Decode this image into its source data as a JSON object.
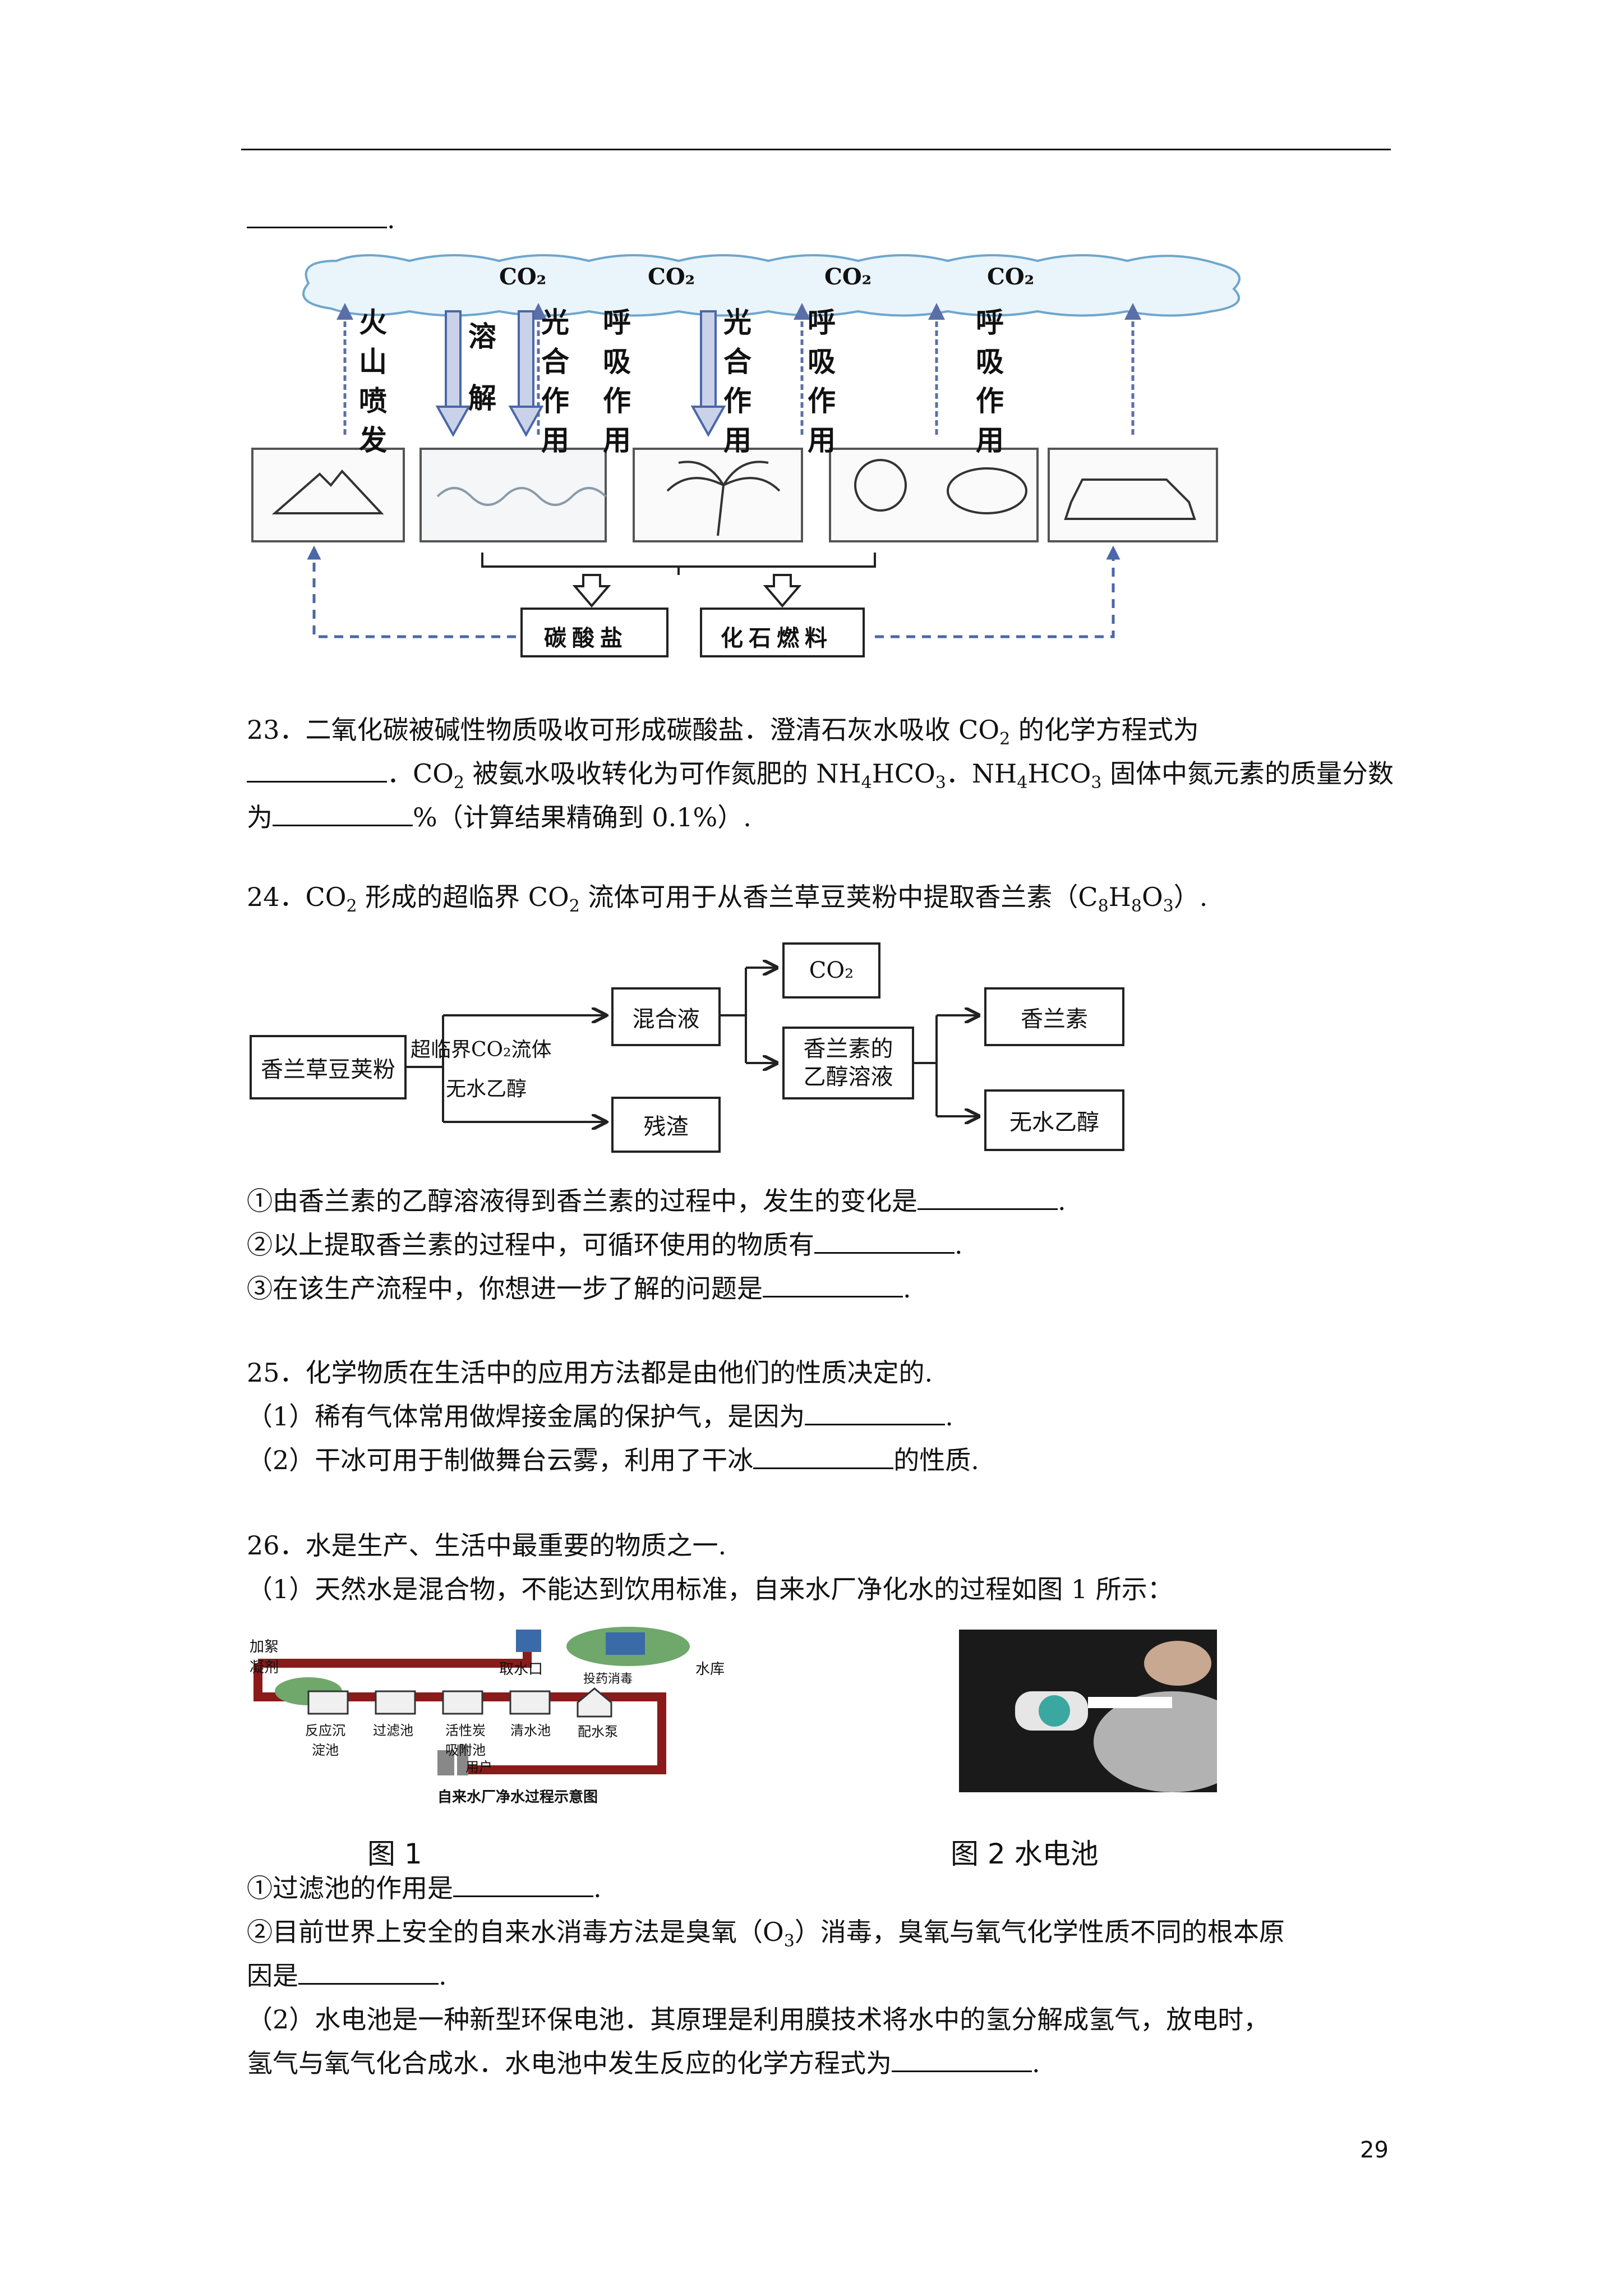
{
  "top_blank_suffix": ".",
  "carbon_cycle": {
    "cloud_labels": [
      "CO₂",
      "CO₂",
      "CO₂",
      "CO₂"
    ],
    "arrow_labels": [
      "火山喷发",
      "溶解",
      "光合作用",
      "呼吸作用",
      "光合作用",
      "呼吸作用",
      "呼吸作用"
    ],
    "bottom_boxes": [
      "碳酸盐",
      "化石燃料"
    ]
  },
  "q23": {
    "line1": "23．二氧化碳被碱性物质吸收可形成碳酸盐．澄清石灰水吸收 CO",
    "line1_sub": "2",
    "line1_tail": " 的化学方程式为",
    "line2_a": "．CO",
    "line2_sub1": "2",
    "line2_b": " 被氨水吸收转化为可作氮肥的 NH",
    "line2_sub2": "4",
    "line2_c": "HCO",
    "line2_sub3": "3",
    "line2_d": "．NH",
    "line2_sub4": "4",
    "line2_e": "HCO",
    "line2_sub5": "3",
    "line2_f": " 固体中氮元素的质量分数",
    "line3_a": "为",
    "line3_b": "%（计算结果精确到 0.1%）."
  },
  "q24": {
    "title_a": "24．CO",
    "title_sub1": "2",
    "title_b": " 形成的超临界 CO",
    "title_sub2": "2",
    "title_c": " 流体可用于从香兰草豆荚粉中提取香兰素（C",
    "title_sub3": "8",
    "title_d": "H",
    "title_sub4": "8",
    "title_e": "O",
    "title_sub5": "3",
    "title_f": "）.",
    "flow": {
      "start": "香兰草豆荚粉",
      "arrow_top": "超临界CO₂流体",
      "arrow_bottom": "无水乙醇",
      "mix": "混合液",
      "co2": "CO₂",
      "residue": "残渣",
      "solution_line1": "香兰素的",
      "solution_line2": "乙醇溶液",
      "vanillin": "香兰素",
      "ethanol": "无水乙醇"
    },
    "q1": "①由香兰素的乙醇溶液得到香兰素的过程中，发生的变化是",
    "q2": "②以上提取香兰素的过程中，可循环使用的物质有",
    "q3": "③在该生产流程中，你想进一步了解的问题是",
    "end": "."
  },
  "q25": {
    "title": "25．化学物质在生活中的应用方法都是由他们的性质决定的.",
    "p1": "（1）稀有气体常用做焊接金属的保护气，是因为",
    "p2_a": "（2）干冰可用于制做舞台云雾，利用了干冰",
    "p2_b": "的性质.",
    "end": "."
  },
  "q26": {
    "title": "26．水是生产、生活中最重要的物质之一.",
    "p1": "（1）天然水是混合物，不能达到饮用标准，自来水厂净化水的过程如图 1 所示：",
    "fig1_labels": [
      "加絮凝剂",
      "取水口",
      "水库",
      "投药消毒",
      "反应沉淀池",
      "过滤池",
      "活性炭吸附池",
      "清水池",
      "配水泵",
      "用户",
      "自来水厂净水过程示意图"
    ],
    "fig1_caption": "图 1",
    "fig2_caption": "图 2   水电池",
    "s1": "①过滤池的作用是",
    "s2_a": "②目前世界上安全的自来水消毒方法是臭氧（O",
    "s2_sub": "3",
    "s2_b": "）消毒，臭氧与氧气化学性质不同的根本原",
    "s2_c": "因是",
    "p2_line1": "（2）水电池是一种新型环保电池．其原理是利用膜技术将水中的氢分解成氢气，放电时，",
    "p2_line2": "氢气与氧气化合成水．水电池中发生反应的化学方程式为",
    "end": "."
  },
  "page_number": "29"
}
